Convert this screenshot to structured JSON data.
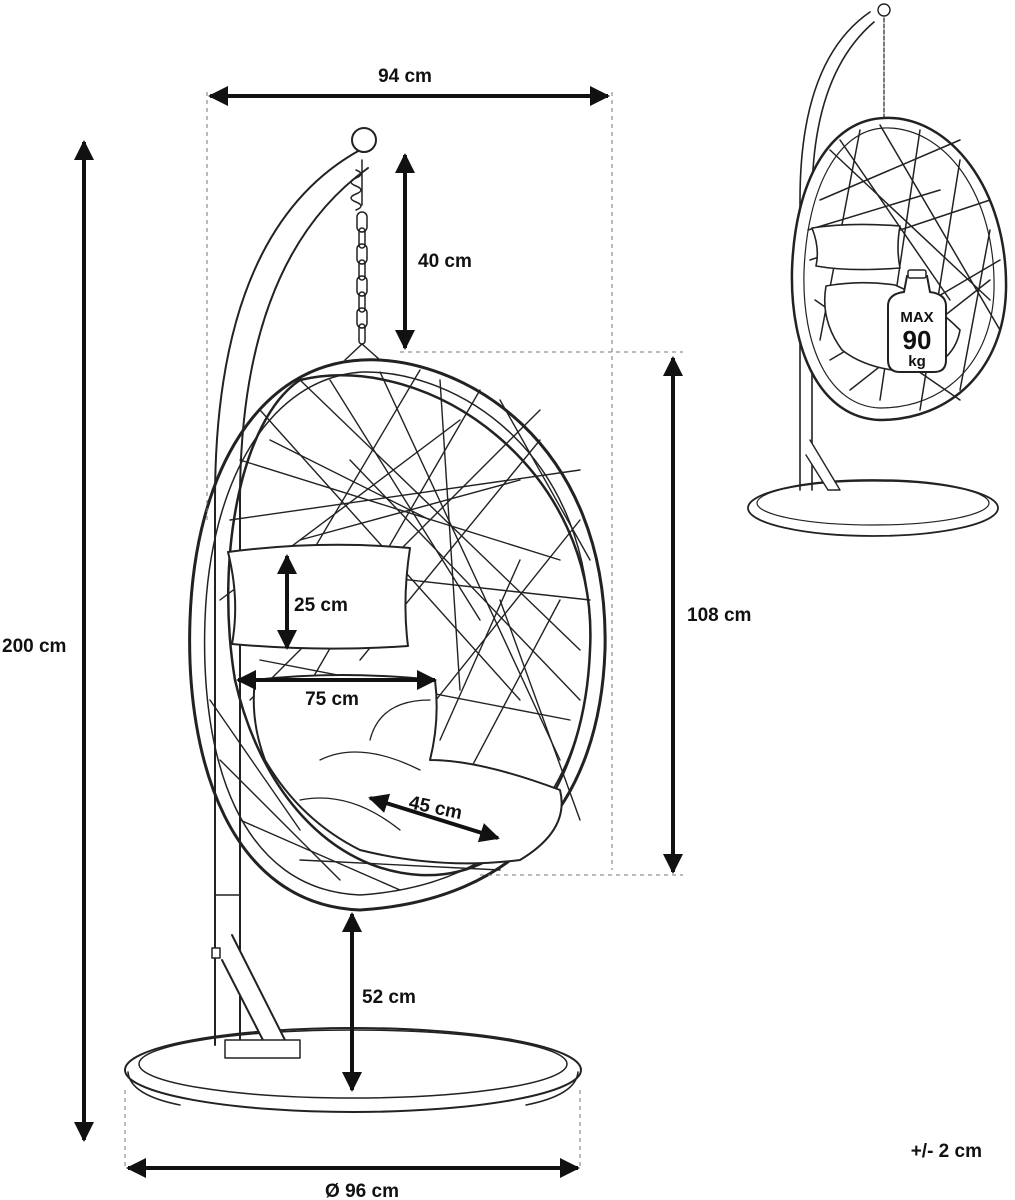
{
  "diagram": {
    "dimensions": {
      "width_top": "94 cm",
      "chain": "40 cm",
      "height_total": "200 cm",
      "egg_height": "108 cm",
      "pillow_height": "25 cm",
      "seat_width": "75 cm",
      "seat_depth": "45 cm",
      "seat_ground": "52 cm",
      "base_diameter": "Ø 96 cm"
    },
    "tolerance": "+/- 2 cm",
    "max_load": {
      "line1": "MAX",
      "line2": "90",
      "line3": "kg"
    }
  }
}
